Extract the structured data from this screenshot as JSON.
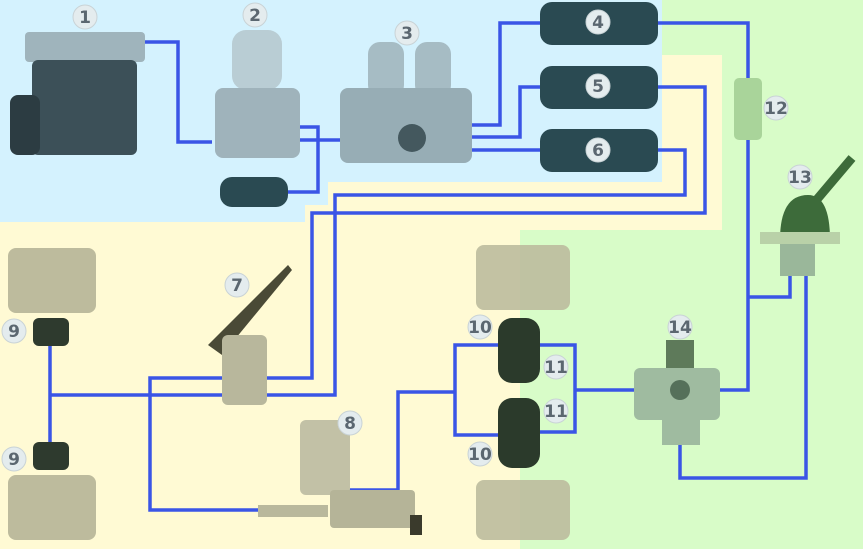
{
  "diagram": {
    "colors": {
      "supply_zone": "#d4f2fe",
      "service_zone": "#fffad4",
      "parking_zone": "#d8fcc8",
      "air_line": "#3a55e6",
      "tank": "#2a4a52",
      "number_badge": "#e4ecee"
    },
    "components": [
      {
        "number": "1",
        "icon": "air-compressor"
      },
      {
        "number": "2",
        "icon": "air-dryer"
      },
      {
        "number": "3",
        "icon": "four-circuit-protection-valve"
      },
      {
        "number": "4",
        "icon": "air-tank"
      },
      {
        "number": "5",
        "icon": "air-tank"
      },
      {
        "number": "6",
        "icon": "air-tank"
      },
      {
        "number": "7",
        "icon": "foot-brake-valve"
      },
      {
        "number": "8",
        "icon": "load-sensing-valve"
      },
      {
        "number": "9",
        "icon": "brake-chamber-front"
      },
      {
        "number": "9",
        "icon": "brake-chamber-front"
      },
      {
        "number": "10",
        "icon": "brake-chamber-rear"
      },
      {
        "number": "10",
        "icon": "brake-chamber-rear"
      },
      {
        "number": "11",
        "icon": "spring-brake-chamber"
      },
      {
        "number": "11",
        "icon": "spring-brake-chamber"
      },
      {
        "number": "12",
        "icon": "check-valve"
      },
      {
        "number": "13",
        "icon": "hand-brake-valve"
      },
      {
        "number": "14",
        "icon": "relay-valve"
      }
    ]
  }
}
